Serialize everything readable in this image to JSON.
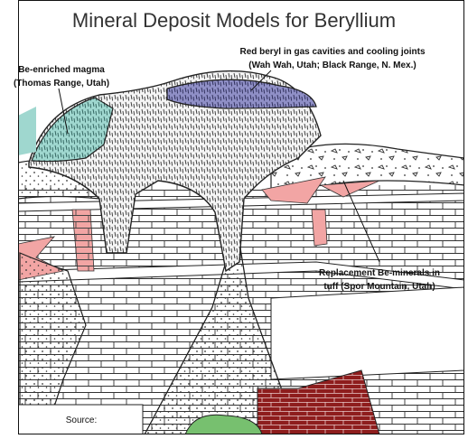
{
  "title": "Mineral Deposit Models for Beryllium",
  "labels": {
    "magma_line1": "Be-enriched magma",
    "magma_line2": "(Thomas Range, Utah)",
    "beryl_line1": "Red beryl in gas cavities and cooling joints",
    "beryl_line2": "(Wah Wah, Utah; Black Range, N. Mex.)",
    "replacement_line1": "Replacement Be-minerals in",
    "replacement_line2": "tuff (Spor Mountain, Utah)"
  },
  "source_box": {
    "text": "Source:"
  },
  "colors": {
    "magma_teal": "#9fd7cf",
    "beryl_purple": "#8f8fc6",
    "replacement_pink": "#f2a5a4",
    "green_body": "#77c06f",
    "dark_red": "#8e1d1d",
    "outline": "#222222"
  }
}
